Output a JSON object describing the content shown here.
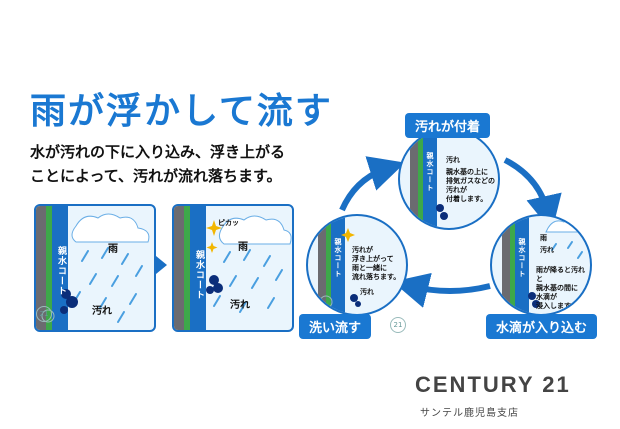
{
  "heading": {
    "title": "雨が浮かして流す",
    "line1": "水が汚れの下に入り込み、浮き上がる",
    "line2": "ことによって、汚れが流れ落ちます。"
  },
  "before_panel": {
    "coat_label": "親水コート",
    "rain_label": "雨",
    "dirt_label": "汚れ"
  },
  "after_panel": {
    "coat_label": "親水コート",
    "rain_label": "雨",
    "dirt_label": "汚れ",
    "sparkle_label": "ピカッ"
  },
  "cycle": {
    "top": {
      "badge": "汚れが付着",
      "coat_label": "親水コート",
      "dirt_label": "汚れ",
      "desc": "親水基の上に\n排気ガスなどの\n汚れが\n付着します。"
    },
    "right": {
      "badge": "水滴が入り込む",
      "coat_label": "親水コート",
      "rain_label": "雨",
      "dirt_label": "汚れ",
      "desc": "雨が降ると汚れと\n親水基の間に\n水滴が\n浸入します。"
    },
    "left": {
      "badge": "洗い流す",
      "coat_label": "親水コート",
      "dirt_label": "汚れ",
      "desc": "汚れが\n浮き上がって\n雨と一緒に\n流れ落ちます。"
    },
    "watermark": "21"
  },
  "brand": {
    "logo": "CENTURY 21",
    "office": "サンテル鹿児島支店",
    "watermark": "21"
  },
  "colors": {
    "primary": "#1a78d2",
    "coat_blue": "#1a6fc4",
    "wall_gray": "#6b6b70",
    "wall_green": "#3da84a",
    "rain": "#4a9fe0"
  }
}
